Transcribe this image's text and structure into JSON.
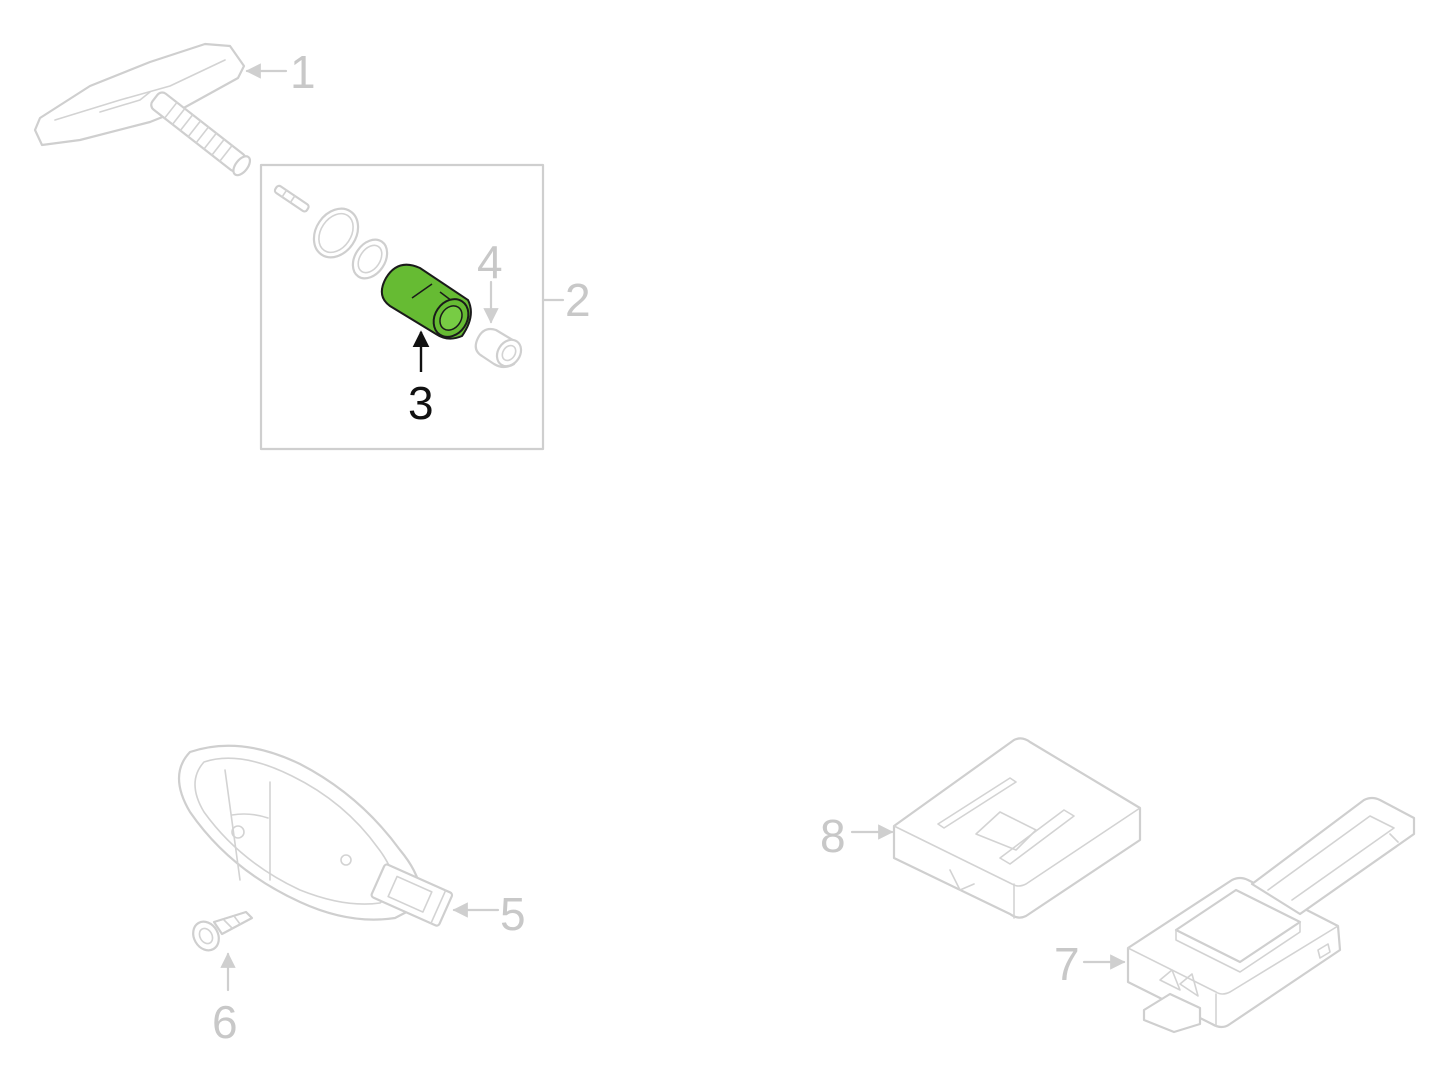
{
  "diagram": {
    "highlight_color": "#66bb33",
    "highlighted_callout": "3",
    "callouts": [
      {
        "id": "1",
        "label": "1"
      },
      {
        "id": "2",
        "label": "2"
      },
      {
        "id": "3",
        "label": "3"
      },
      {
        "id": "4",
        "label": "4"
      },
      {
        "id": "5",
        "label": "5"
      },
      {
        "id": "6",
        "label": "6"
      },
      {
        "id": "7",
        "label": "7"
      },
      {
        "id": "8",
        "label": "8"
      }
    ]
  }
}
